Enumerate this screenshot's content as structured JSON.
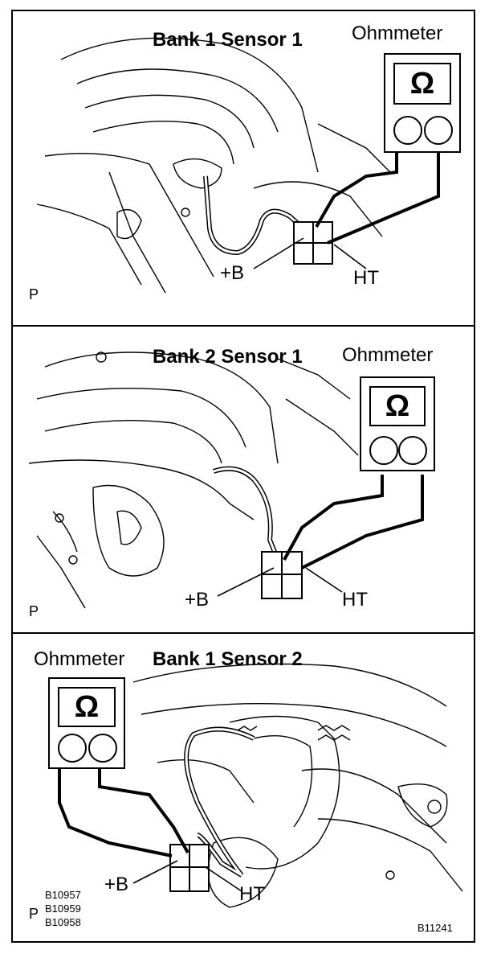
{
  "panels": [
    {
      "title": "Bank 1 Sensor 1",
      "meter_label": "Ohmmeter",
      "meter_symbol": "Ω",
      "terminal_left": "+B",
      "terminal_right": "HT",
      "corner_tag": "P"
    },
    {
      "title": "Bank 2 Sensor 1",
      "meter_label": "Ohmmeter",
      "meter_symbol": "Ω",
      "terminal_left": "+B",
      "terminal_right": "HT",
      "corner_tag": "P"
    },
    {
      "title": "Bank 1 Sensor 2",
      "meter_label": "Ohmmeter",
      "meter_symbol": "Ω",
      "terminal_left": "+B",
      "terminal_right": "HT",
      "corner_tag": "P"
    }
  ],
  "source_codes": [
    "B10957",
    "B10959",
    "B10958"
  ],
  "figure_id": "B11241"
}
